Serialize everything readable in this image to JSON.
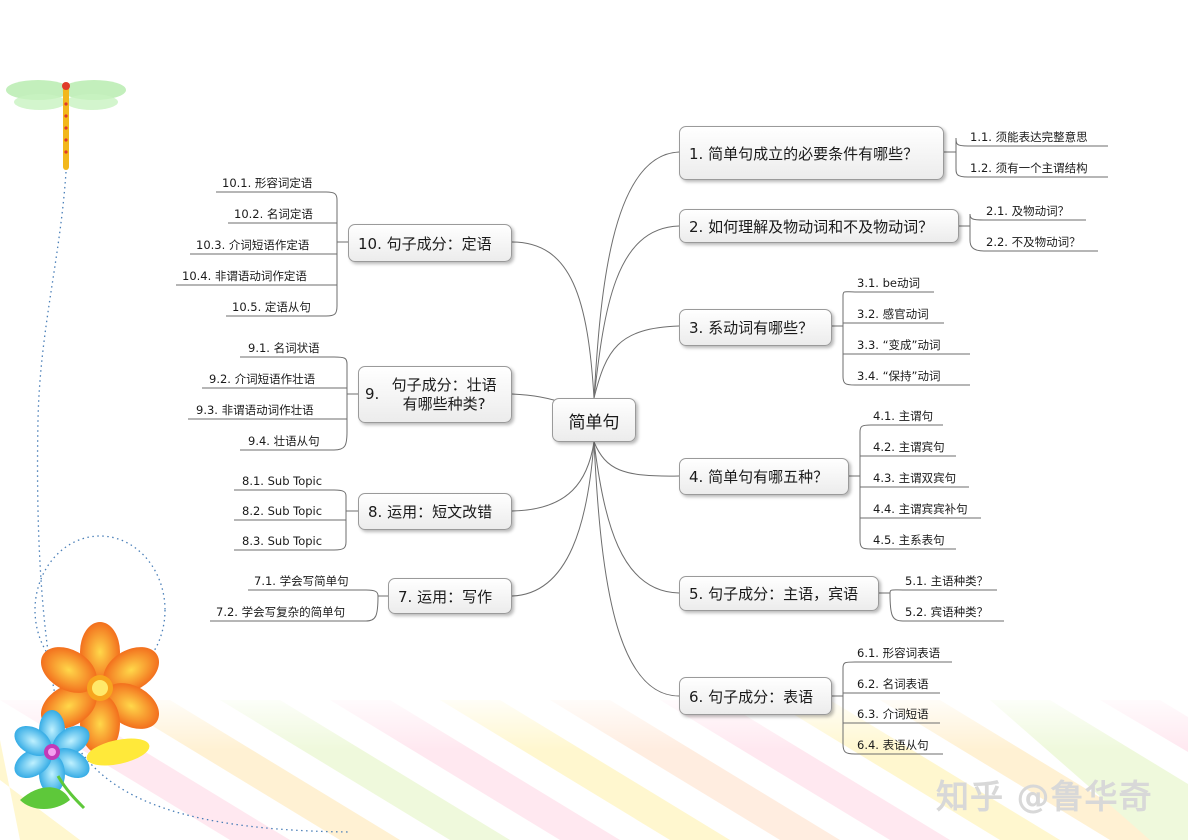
{
  "center": "简单句",
  "branches": [
    {
      "id": "b1",
      "label": "1. 简单句成立的必要条件有哪些？",
      "children": [
        "1.1. 须能表达完整意思",
        "1.2. 须有一个主谓结构"
      ]
    },
    {
      "id": "b2",
      "label": "2. 如何理解及物动词和不及物动词？",
      "children": [
        "2.1. 及物动词？",
        "2.2. 不及物动词？"
      ]
    },
    {
      "id": "b3",
      "label": "3. 系动词有哪些？",
      "children": [
        "3.1. be动词",
        "3.2. 感官动词",
        "3.3. “变成”动词",
        "3.4. “保持”动词"
      ]
    },
    {
      "id": "b4",
      "label": "4. 简单句有哪五种？",
      "children": [
        "4.1. 主谓句",
        "4.2. 主谓宾句",
        "4.3. 主谓双宾句",
        "4.4. 主谓宾宾补句",
        "4.5. 主系表句"
      ]
    },
    {
      "id": "b5",
      "label": "5. 句子成分：主语，宾语",
      "children": [
        "5.1. 主语种类？",
        "5.2. 宾语种类？"
      ]
    },
    {
      "id": "b6",
      "label": "6. 句子成分：表语",
      "children": [
        "6.1. 形容词表语",
        "6.2. 名词表语",
        "6.3. 介词短语",
        "6.4. 表语从句"
      ]
    },
    {
      "id": "b7",
      "label": "7. 运用：写作",
      "children": [
        "7.1. 学会写简单句",
        "7.2. 学会写复杂的简单句"
      ]
    },
    {
      "id": "b8",
      "label": "8. 运用：短文改错",
      "children": [
        "8.1. Sub Topic",
        "8.2. Sub Topic",
        "8.3. Sub Topic"
      ]
    },
    {
      "id": "b9",
      "label_num": "9.",
      "label_lines": [
        "句子成分：壮语",
        "有哪些种类?"
      ],
      "children": [
        "9.1. 名词状语",
        "9.2. 介词短语作壮语",
        "9.3. 非谓语动词作壮语",
        "9.4. 壮语从句"
      ]
    },
    {
      "id": "b10",
      "label": "10. 句子成分：定语",
      "children": [
        "10.1. 形容词定语",
        "10.2. 名词定语",
        "10.3. 介词短语作定语",
        "10.4. 非谓语动词作定语",
        "10.5. 定语从句"
      ]
    }
  ],
  "watermark": "知乎 @鲁华奇",
  "colors": {
    "line": "#6e6e6e",
    "node_border": "#9a9a9a",
    "dots": "#4a7fb8"
  }
}
